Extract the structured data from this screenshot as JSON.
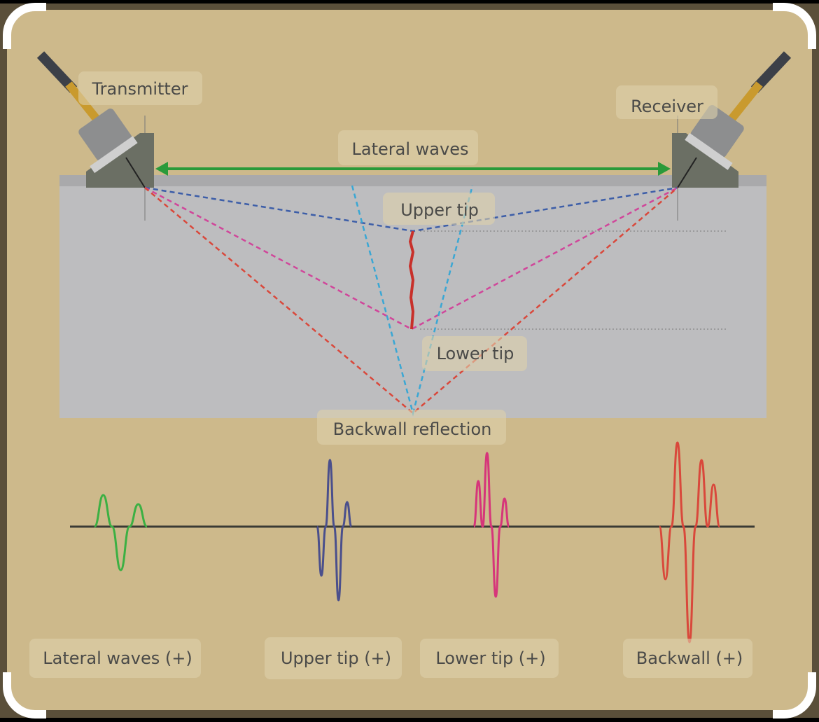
{
  "labels": {
    "transmitter": "Transmitter",
    "receiver": "Receiver",
    "lateral_waves": "Lateral waves",
    "upper_tip": "Upper tip",
    "lower_tip": "Lower tip",
    "backwall_reflection": "Backwall reflection"
  },
  "signals": [
    {
      "label": "Lateral waves (+)",
      "color": "#3cb043"
    },
    {
      "label": "Upper tip (+)",
      "color": "#4a4f8c"
    },
    {
      "label": "Lower tip (+)",
      "color": "#d6357a"
    },
    {
      "label": "Backwall (+)",
      "color": "#d9483b"
    }
  ],
  "colors": {
    "background": "#cdb98b",
    "block": "#bdbdbf",
    "lateral": "#2a9a3a",
    "upper": "#3d5ea8",
    "lower": "#d0469a",
    "backwall": "#d9483b",
    "diffracted": "#3aa7d4",
    "crack": "#c8302a"
  }
}
